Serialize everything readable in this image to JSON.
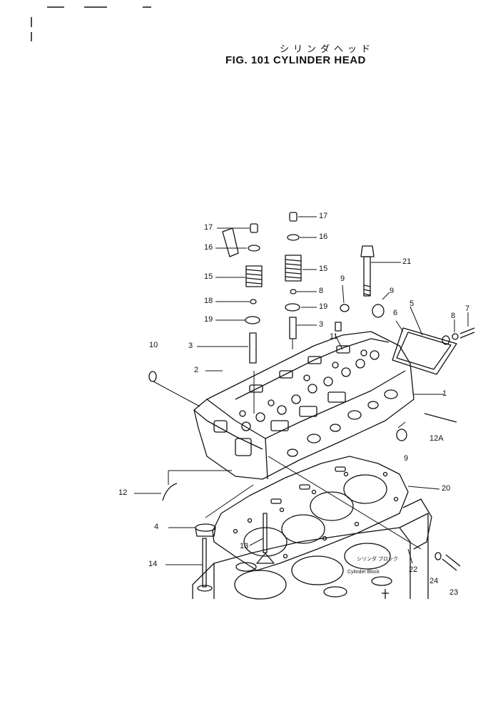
{
  "title": {
    "japanese": "シリンダヘッド",
    "english": "FIG. 101 CYLINDER HEAD"
  },
  "block_note": {
    "japanese": "シリンダ ブロック",
    "english": "Cylinder Block"
  },
  "callouts": [
    {
      "id": "c17a",
      "label": "17"
    },
    {
      "id": "c16a",
      "label": "16"
    },
    {
      "id": "c15a",
      "label": "15"
    },
    {
      "id": "c18a",
      "label": "18"
    },
    {
      "id": "c19a",
      "label": "19"
    },
    {
      "id": "c3a",
      "label": "3"
    },
    {
      "id": "c2",
      "label": "2"
    },
    {
      "id": "c10",
      "label": "10"
    },
    {
      "id": "c17b",
      "label": "17"
    },
    {
      "id": "c16b",
      "label": "16"
    },
    {
      "id": "c15b",
      "label": "15"
    },
    {
      "id": "c8b",
      "label": "8"
    },
    {
      "id": "c19b",
      "label": "19"
    },
    {
      "id": "c3b",
      "label": "3"
    },
    {
      "id": "c21",
      "label": "21"
    },
    {
      "id": "c9a",
      "label": "9"
    },
    {
      "id": "c9b",
      "label": "9"
    },
    {
      "id": "c5",
      "label": "5"
    },
    {
      "id": "c6",
      "label": "6"
    },
    {
      "id": "c8",
      "label": "8"
    },
    {
      "id": "c7",
      "label": "7"
    },
    {
      "id": "c11",
      "label": "11"
    },
    {
      "id": "c1",
      "label": "1"
    },
    {
      "id": "c12a",
      "label": "12A"
    },
    {
      "id": "c9c",
      "label": "9"
    },
    {
      "id": "c20",
      "label": "20"
    },
    {
      "id": "c12",
      "label": "12"
    },
    {
      "id": "c4",
      "label": "4"
    },
    {
      "id": "c13",
      "label": "13"
    },
    {
      "id": "c14",
      "label": "14"
    },
    {
      "id": "c22",
      "label": "22"
    },
    {
      "id": "c24",
      "label": "24"
    },
    {
      "id": "c23",
      "label": "23"
    }
  ],
  "colors": {
    "ink": "#111111",
    "paper": "#ffffff"
  }
}
